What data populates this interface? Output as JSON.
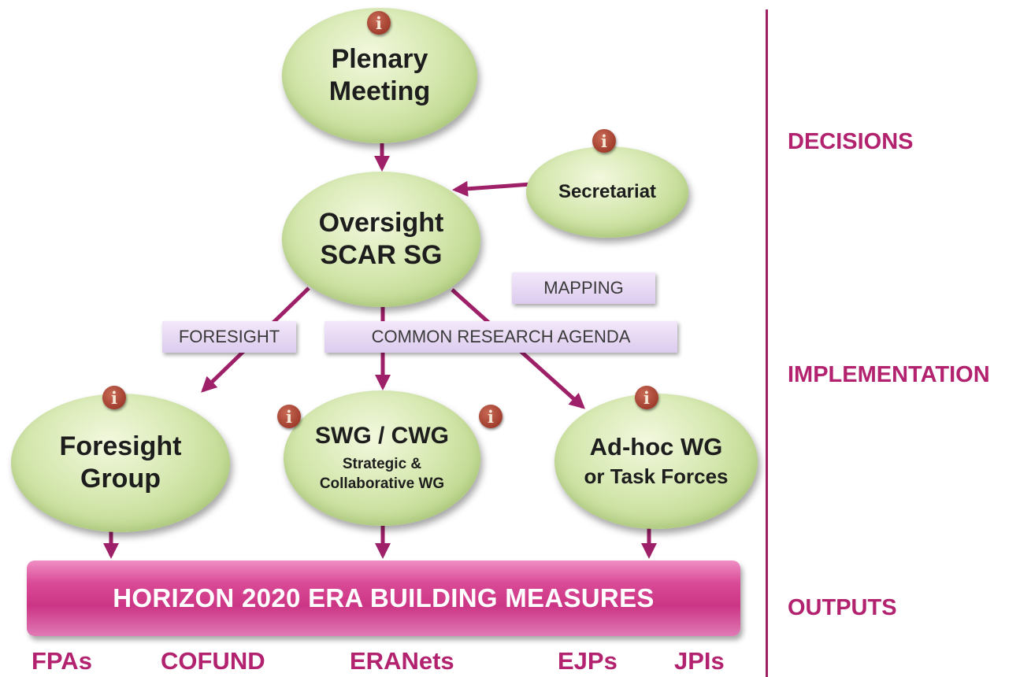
{
  "colors": {
    "accent": "#a01e62",
    "connector": "#9e2068",
    "node": "#c9df9a",
    "bar": "#d94a96",
    "label": "#e4d4f2",
    "info": "#a13d2d"
  },
  "info_glyph": "i",
  "nodes": {
    "plenary": {
      "title": "Plenary\nMeeting"
    },
    "secretariat": {
      "title": "Secretariat"
    },
    "oversight": {
      "title": "Oversight\nSCAR  SG"
    },
    "foresight_group": {
      "title": "Foresight\nGroup"
    },
    "swg_cwg": {
      "title": "SWG / CWG",
      "subtitle": "Strategic &\nCollaborative WG"
    },
    "adhoc": {
      "title": "Ad-hoc WG",
      "subtitle": "or Task Forces"
    }
  },
  "labels": {
    "foresight": "FORESIGHT",
    "mapping": "MAPPING",
    "common_research_agenda": "COMMON RESEARCH AGENDA"
  },
  "bar": {
    "text": "HORIZON 2020 ERA BUILDING MEASURES"
  },
  "sections": {
    "decisions": "DECISIONS",
    "implementation": "IMPLEMENTATION",
    "outputs": "OUTPUTS"
  },
  "outputs": [
    "FPAs",
    "COFUND",
    "ERANets",
    "EJPs",
    "JPIs"
  ]
}
